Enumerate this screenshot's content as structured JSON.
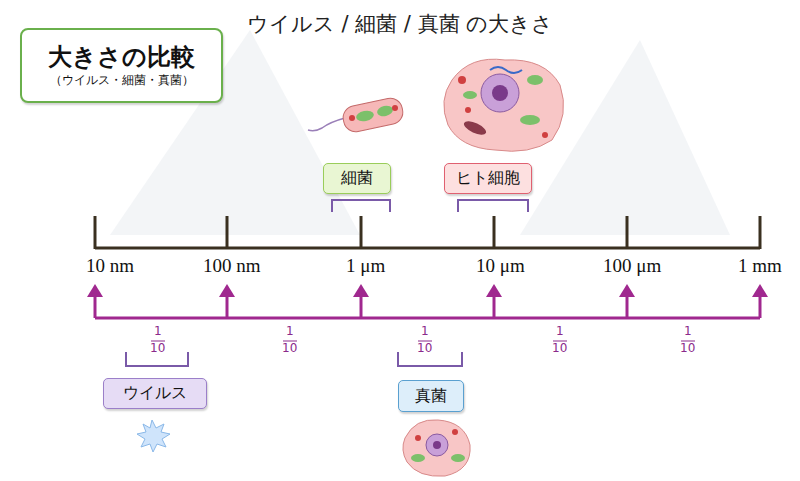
{
  "diagram": {
    "title": "ウイルス / 細菌 / 真菌 の大きさ",
    "nodes": [
      {
        "text": [
          "大きさの比較",
          "（ウイルス・細菌・真菌）"
        ]
      },
      {
        "text": [
          "細菌"
        ]
      },
      {
        "text": [
          "ヒト細胞"
        ]
      },
      {
        "text": [
          "ウイルス"
        ]
      },
      {
        "text": [
          "真菌"
        ]
      }
    ],
    "labels": [
      "10 nm",
      "100 nm",
      "1 μm",
      "10 μm",
      "100 μm",
      "1 mm",
      "1",
      "10",
      "1",
      "10",
      "1",
      "10",
      "1",
      "10",
      "1",
      "10"
    ]
  }
}
